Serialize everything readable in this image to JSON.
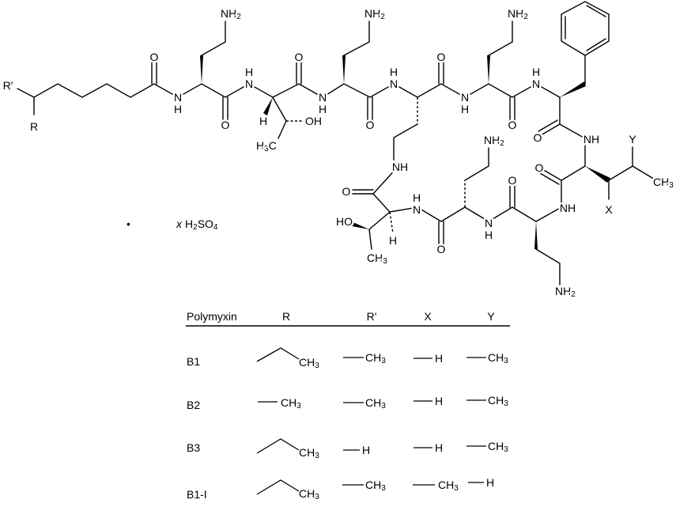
{
  "structure": {
    "substituents": {
      "r_prime": "R'",
      "r": "R",
      "x": "X",
      "y": "Y"
    },
    "atoms": {
      "o": "O",
      "n": "N",
      "h": "H",
      "nh": "NH",
      "nh2": "NH",
      "oh": "OH",
      "ho": "HO",
      "ch": "CH",
      "h3c_h": "H",
      "c": "C",
      "sub2": "2",
      "sub3": "3"
    }
  },
  "salt": {
    "bullet": "•",
    "x": "x",
    "h": "H",
    "sub2": "2",
    "so": "SO",
    "sub4": "4"
  },
  "table": {
    "headers": [
      "Polymyxin",
      "R",
      "R'",
      "X",
      "Y"
    ],
    "rows": [
      {
        "name": "B1",
        "r": {
          "type": "ethyl",
          "main": "CH",
          "sub": "3"
        },
        "r_prime": {
          "main": "CH",
          "sub": "3"
        },
        "x": {
          "main": "H",
          "sub": ""
        },
        "y": {
          "main": "CH",
          "sub": "3"
        }
      },
      {
        "name": "B2",
        "r": {
          "type": "methyl",
          "main": "CH",
          "sub": "3"
        },
        "r_prime": {
          "main": "CH",
          "sub": "3"
        },
        "x": {
          "main": "H",
          "sub": ""
        },
        "y": {
          "main": "CH",
          "sub": "3"
        }
      },
      {
        "name": "B3",
        "r": {
          "type": "ethyl",
          "main": "CH",
          "sub": "3"
        },
        "r_prime": {
          "main": "H",
          "sub": ""
        },
        "x": {
          "main": "H",
          "sub": ""
        },
        "y": {
          "main": "CH",
          "sub": "3"
        }
      },
      {
        "name": "B1-I",
        "r": {
          "type": "ethyl",
          "main": "CH",
          "sub": "3"
        },
        "r_prime": {
          "main": "CH",
          "sub": "3"
        },
        "x": {
          "main": "CH",
          "sub": "3"
        },
        "y": {
          "main": "H",
          "sub": ""
        }
      }
    ]
  }
}
